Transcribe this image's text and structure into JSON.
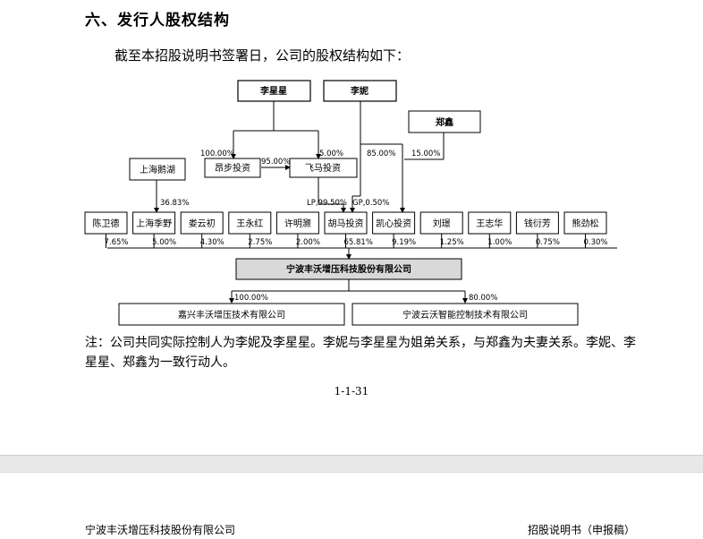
{
  "section_title": "六、发行人股权结构",
  "intro_text": "截至本招股说明书签署日，公司的股权结构如下：",
  "diagram": {
    "top_holders": {
      "li_xingxing": "李星星",
      "li_ni": "李妮",
      "zheng_xin": "郑鑫"
    },
    "mid_entities": {
      "shanghai_ehu": "上海鹅湖",
      "angbu": "昂步投资",
      "feima": "飞马投资"
    },
    "edge_labels": {
      "lxx_angbu": "100.00%",
      "angbu_feima": "95.00%",
      "lxx_feima": "5.00%",
      "lini_kaixin": "85.00%",
      "zheng_kaixin": "15.00%",
      "ehu_shanghaijiye": "36.83%",
      "feima_huma": "LP,99.50%",
      "lini_huma": "GP,0.50%"
    },
    "shareholders": [
      {
        "name": "陈卫德",
        "pct": "7.65%"
      },
      {
        "name": "上海季野",
        "pct": "5.00%"
      },
      {
        "name": "娄云初",
        "pct": "4.30%"
      },
      {
        "name": "王永红",
        "pct": "2.75%"
      },
      {
        "name": "许明灏",
        "pct": "2.00%"
      },
      {
        "name": "胡马投资",
        "pct": "65.81%"
      },
      {
        "name": "凯心投资",
        "pct": "9.19%"
      },
      {
        "name": "刘璟",
        "pct": "1.25%"
      },
      {
        "name": "王志华",
        "pct": "1.00%"
      },
      {
        "name": "钱衍芳",
        "pct": "0.75%"
      },
      {
        "name": "熊劲松",
        "pct": "0.30%"
      }
    ],
    "company": "宁波丰沃增压科技股份有限公司",
    "subsidiaries": [
      {
        "name": "嘉兴丰沃增压技术有限公司",
        "pct": "100.00%"
      },
      {
        "name": "宁波云沃智能控制技术有限公司",
        "pct": "80.00%"
      }
    ]
  },
  "note_text": "注：公司共同实际控制人为李妮及李星星。李妮与李星星为姐弟关系，与郑鑫为夫妻关系。李妮、李星星、郑鑫为一致行动人。",
  "page_number": "1-1-31",
  "footer": {
    "left": "宁波丰沃增压科技股份有限公司",
    "right": "招股说明书（申报稿）"
  }
}
